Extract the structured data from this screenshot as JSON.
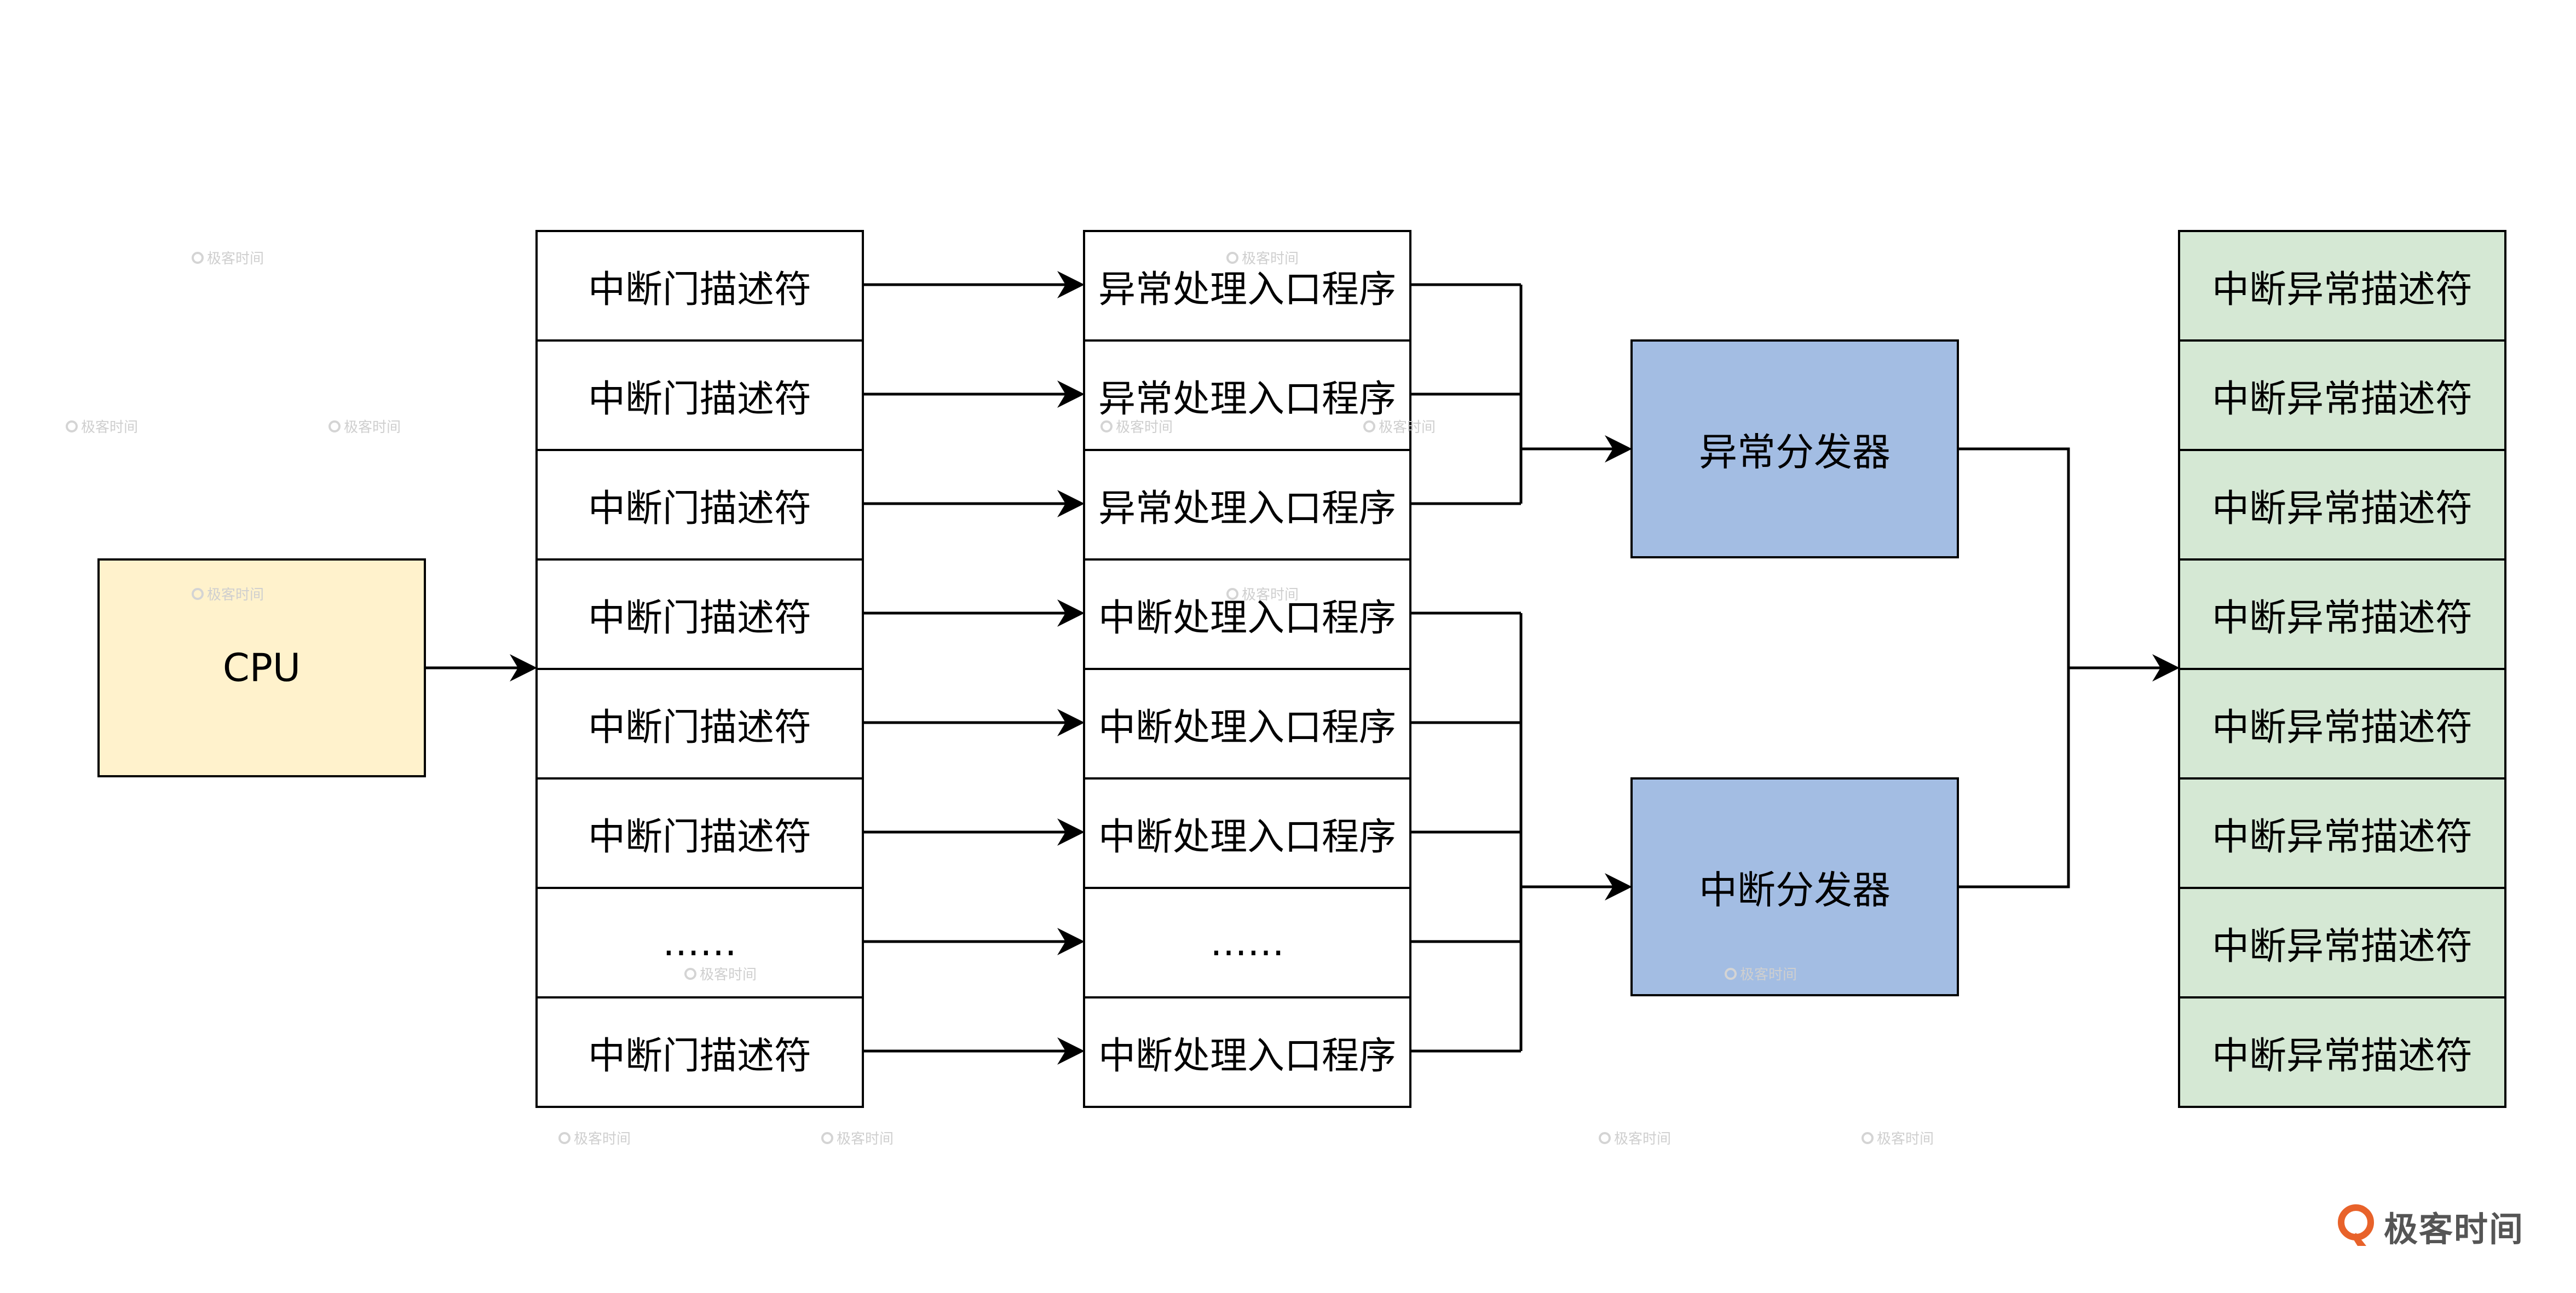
{
  "cpu": {
    "label": "CPU",
    "fill": "#fff2cc"
  },
  "gate_column": {
    "fill": "#ffffff",
    "items": [
      "中断门描述符",
      "中断门描述符",
      "中断门描述符",
      "中断门描述符",
      "中断门描述符",
      "中断门描述符",
      "……",
      "中断门描述符"
    ]
  },
  "handler_column": {
    "fill": "#ffffff",
    "items": [
      "异常处理入口程序",
      "异常处理入口程序",
      "异常处理入口程序",
      "中断处理入口程序",
      "中断处理入口程序",
      "中断处理入口程序",
      "……",
      "中断处理入口程序"
    ]
  },
  "dispatchers": {
    "fill": "#a3bde3",
    "exception": "异常分发器",
    "interrupt": "中断分发器"
  },
  "descriptor_column": {
    "fill": "#d5e8d4",
    "items": [
      "中断异常描述符",
      "中断异常描述符",
      "中断异常描述符",
      "中断异常描述符",
      "中断异常描述符",
      "中断异常描述符",
      "中断异常描述符",
      "中断异常描述符"
    ]
  },
  "watermark": {
    "text": "极客时间"
  },
  "brand": {
    "name": "极客时间",
    "color": "#e8622a"
  }
}
